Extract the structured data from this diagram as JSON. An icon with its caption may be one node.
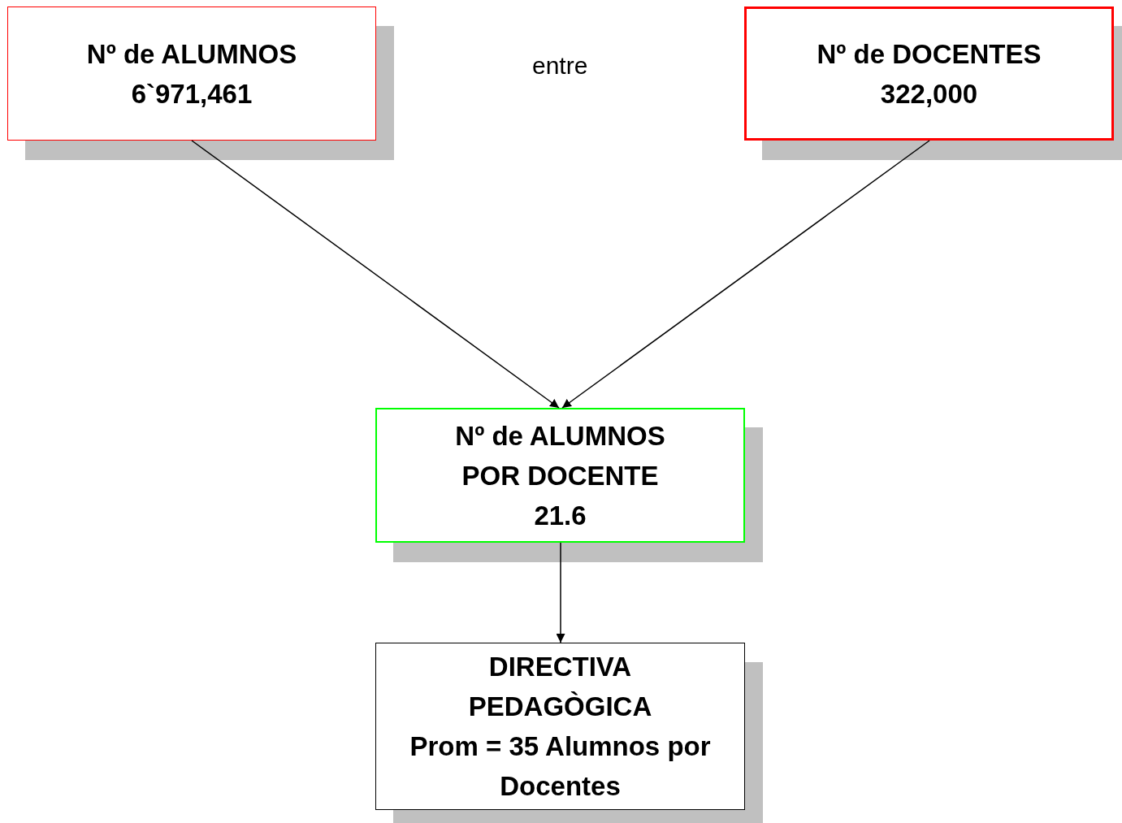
{
  "diagram": {
    "nodes": [
      {
        "text": [
          "Nº de ALUMNOS",
          "6`971,461"
        ]
      },
      {
        "text": [
          "Nº de DOCENTES",
          "322,000"
        ]
      },
      {
        "text": [
          "Nº de ALUMNOS POR DOCENTE",
          "21.6"
        ]
      },
      {
        "text": [
          "DIRECTIVA PEDAGÒGICA",
          "Prom = 35 Alumnos por Docentes"
        ]
      }
    ],
    "edges": [
      {
        "from": 0,
        "to": 2,
        "arrow": "to"
      },
      {
        "from": 1,
        "to": 2,
        "arrow": "to"
      },
      {
        "from": 2,
        "to": 3,
        "arrow": "to"
      }
    ],
    "labels": [
      "entre"
    ]
  }
}
